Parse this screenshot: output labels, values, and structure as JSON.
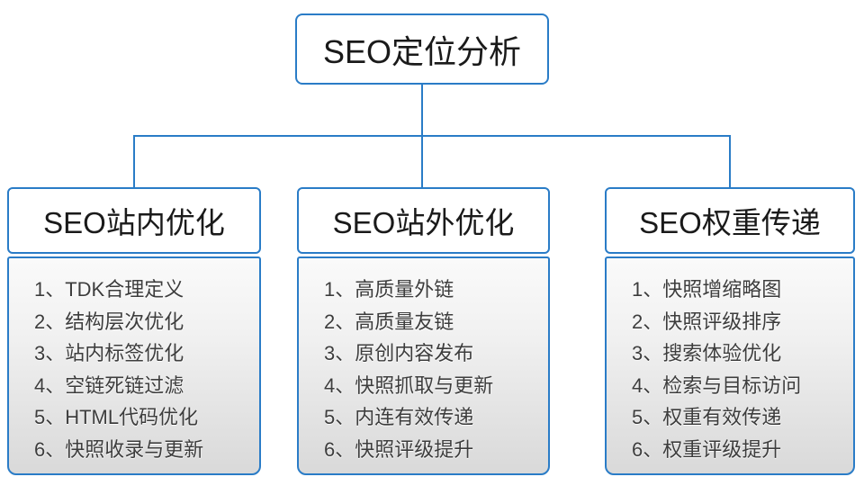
{
  "diagram": {
    "root": {
      "label": "SEO定位分析"
    },
    "columns": [
      {
        "header": "SEO站内优化",
        "items": [
          "1、TDK合理定义",
          "2、结构层次优化",
          "3、站内标签优化",
          "4、空链死链过滤",
          "5、HTML代码优化",
          "6、快照收录与更新"
        ]
      },
      {
        "header": "SEO站外优化",
        "items": [
          "1、高质量外链",
          "2、高质量友链",
          "3、原创内容发布",
          "4、快照抓取与更新",
          "5、内连有效传递",
          "6、快照评级提升"
        ]
      },
      {
        "header": "SEO权重传递",
        "items": [
          "1、快照增缩略图",
          "2、快照评级排序",
          "3、搜索体验优化",
          "4、检索与目标访问",
          "5、权重有效传递",
          "6、权重评级提升"
        ]
      }
    ],
    "colors": {
      "line_blue": "#2a7cc7",
      "panel_gradient_top": "#fafafa",
      "panel_gradient_bottom": "#d9d9d9",
      "header_text": "#1a1a1a",
      "item_text": "#3d3d3d"
    }
  }
}
